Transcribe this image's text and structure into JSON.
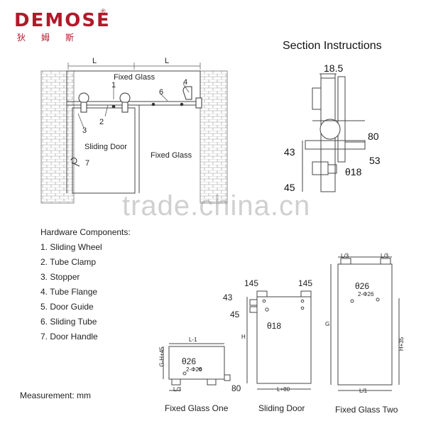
{
  "brand": {
    "name": "DEMOSE",
    "chinese": "狄姆斯",
    "registered": "®"
  },
  "main_drawing": {
    "dim_l_left": "L",
    "dim_l_right": "L",
    "fixed_glass_top": "Fixed Glass",
    "sliding_door": "Sliding Door",
    "fixed_glass_right": "Fixed Glass",
    "callouts": [
      "1",
      "2",
      "3",
      "4",
      "6",
      "7"
    ]
  },
  "section": {
    "title": "Section Instructions",
    "dims": {
      "d18_5": "18.5",
      "d80": "80",
      "d43": "43",
      "d53": "53",
      "d45": "45",
      "theta18": "θ18"
    }
  },
  "watermark": "trade.china.cn",
  "hardware": {
    "title": "Hardware Components:",
    "items": [
      "1. Sliding Wheel",
      "2. Tube Clamp",
      "3. Stopper",
      "4. Tube Flange",
      "5. Door Guide",
      "6. Sliding Tube",
      "7. Door Handle"
    ]
  },
  "measurement": "Measurement: mm",
  "panels": {
    "fixed_one": {
      "caption": "Fixed Glass One",
      "top": "L-1",
      "side": "G-H+45",
      "hole": "θ26",
      "holes": "2-Φ26",
      "bottom": "L/3",
      "dim80": "80"
    },
    "sliding": {
      "caption": "Sliding Door",
      "d145a": "145",
      "d145b": "145",
      "d43": "43",
      "d45": "45",
      "hole": "θ18",
      "side": "H",
      "bottom": "L+80"
    },
    "fixed_two": {
      "caption": "Fixed Glass Two",
      "top_left": "L/3",
      "top_right": "L/3",
      "hole": "θ26",
      "holes": "2-Φ26",
      "left": "G",
      "right": "H+35",
      "bottom": "L/1"
    }
  }
}
